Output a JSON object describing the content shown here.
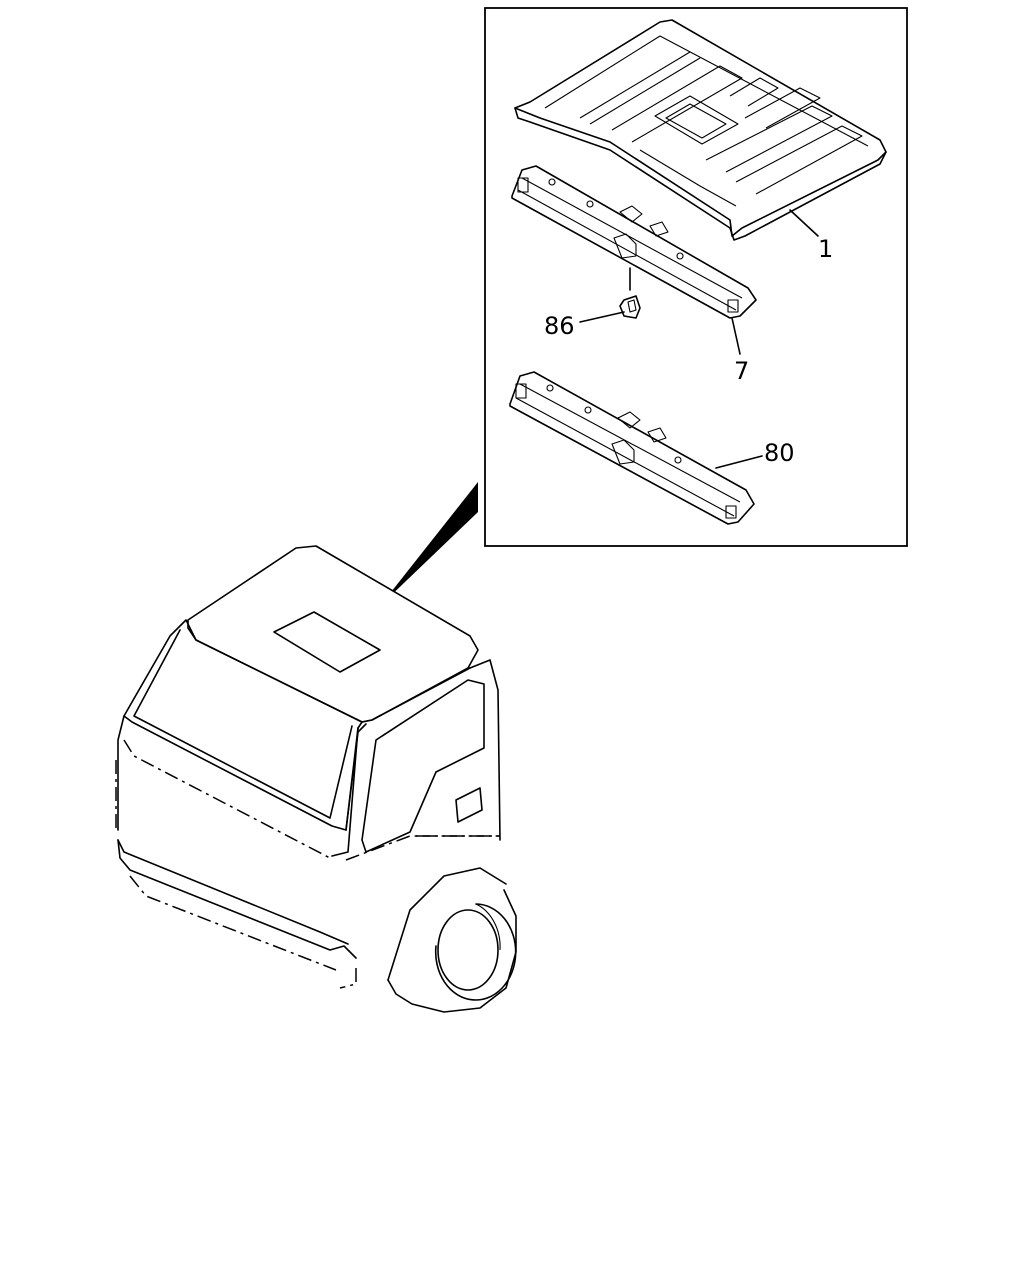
{
  "diagram": {
    "callouts": [
      {
        "id": "roof-panel",
        "label": "1"
      },
      {
        "id": "clip",
        "label": "86"
      },
      {
        "id": "roof-bow-front",
        "label": "7"
      },
      {
        "id": "roof-bow-rear",
        "label": "80"
      }
    ],
    "colors": {
      "line": "#000000",
      "background": "#ffffff"
    }
  }
}
